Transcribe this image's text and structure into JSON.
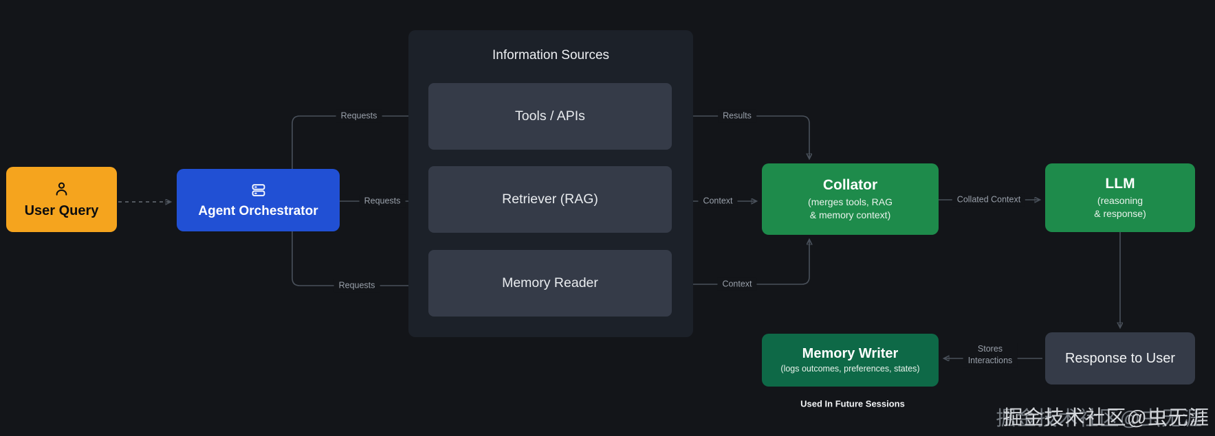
{
  "colors": {
    "background": "#131519",
    "panel": "#1c2129",
    "node_gray": "#353b48",
    "orange": "#f5a41e",
    "blue": "#2150d4",
    "green": "#1e8b4b",
    "green_dark": "#0e6947",
    "line": "#4a515b",
    "arrow": "#6d737c",
    "edge_label": "#99a0aa"
  },
  "nodes": {
    "user_query": {
      "label": "User Query",
      "icon": "person-icon"
    },
    "agent_orchestrator": {
      "label": "Agent Orchestrator",
      "icon": "server-stack-icon"
    },
    "information_sources": {
      "title": "Information Sources"
    },
    "tools_apis": {
      "label": "Tools / APIs"
    },
    "retriever": {
      "label": "Retriever (RAG)"
    },
    "memory_reader": {
      "label": "Memory Reader"
    },
    "collator": {
      "title": "Collator",
      "subtitle": "(merges tools, RAG\n& memory context)"
    },
    "llm": {
      "title": "LLM",
      "subtitle": "(reasoning\n& response)"
    },
    "memory_writer": {
      "title": "Memory Writer",
      "subtitle": "(logs outcomes, preferences, states)"
    },
    "response_to_user": {
      "label": "Response to User"
    }
  },
  "edges": {
    "requests_top": "Requests",
    "requests_mid": "Requests",
    "requests_bottom": "Requests",
    "results": "Results",
    "context_mid": "Context",
    "context_bottom": "Context",
    "collated_context": "Collated Context",
    "stores_interactions": "Stores\nInteractions"
  },
  "footnote": "Used In Future Sessions",
  "watermark": "掘金技术社区@虫无涯"
}
